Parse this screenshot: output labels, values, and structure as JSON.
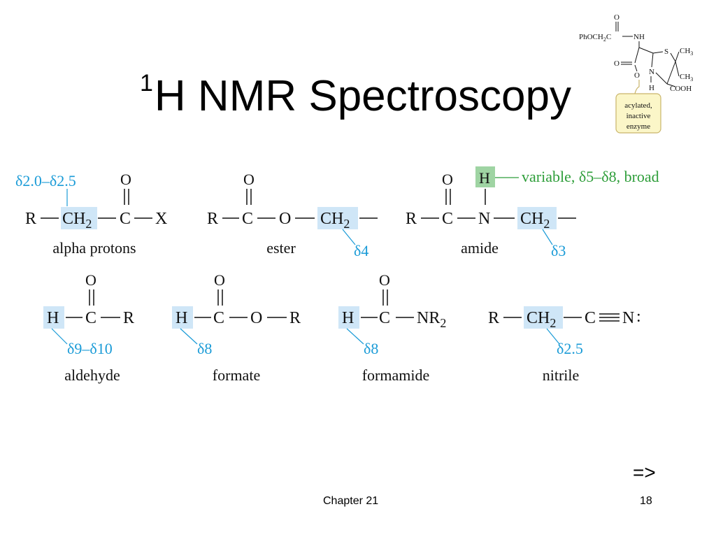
{
  "slide": {
    "title_sup": "1",
    "title_main": "H NMR Spectroscopy",
    "nav_label": "=>",
    "footer_chapter": "Chapter 21",
    "footer_page": "18"
  },
  "penicillin": {
    "o_top": "O",
    "phoch2": "PhOCH",
    "sub2": "2",
    "c": "C",
    "nh": "NH",
    "s": "S",
    "ch3": "CH",
    "sub3": "3",
    "o_left": "O",
    "o_ring": "O",
    "n": "N",
    "h": "H",
    "cooh": "COOH",
    "callout_line1": "acylated,",
    "callout_line2": "inactive",
    "callout_line3": "enzyme"
  },
  "structures": {
    "alpha": {
      "shift": "δ2.0–δ2.5",
      "o": "O",
      "r": "R",
      "ch": "CH",
      "sub": "2",
      "c": "C",
      "x": "X",
      "label": "alpha protons"
    },
    "ester": {
      "o_top": "O",
      "r": "R",
      "c": "C",
      "o": "O",
      "ch": "CH",
      "sub": "2",
      "shift": "δ4",
      "label": "ester"
    },
    "amide": {
      "o_top": "O",
      "h": "H",
      "note": "variable, δ5–δ8, broad",
      "r": "R",
      "c": "C",
      "n": "N",
      "ch": "CH",
      "sub": "2",
      "shift": "δ3",
      "label": "amide"
    },
    "aldehyde": {
      "o_top": "O",
      "h": "H",
      "c": "C",
      "r": "R",
      "shift": "δ9–δ10",
      "label": "aldehyde"
    },
    "formate": {
      "o_top": "O",
      "h": "H",
      "c": "C",
      "o": "O",
      "r": "R",
      "shift": "δ8",
      "label": "formate"
    },
    "formamide": {
      "o_top": "O",
      "h": "H",
      "c": "C",
      "nr": "NR",
      "sub": "2",
      "shift": "δ8",
      "label": "formamide"
    },
    "nitrile": {
      "r": "R",
      "ch": "CH",
      "sub": "2",
      "c": "C",
      "n": "N",
      "colon": ":",
      "shift": "δ2.5",
      "label": "nitrile"
    }
  },
  "colors": {
    "highlight_blue": "#cfe6f7",
    "highlight_green": "#9fd4a3",
    "shift_blue": "#1a9bd7",
    "callout_fill": "#fbf6c8",
    "callout_stroke": "#c9b56a"
  }
}
